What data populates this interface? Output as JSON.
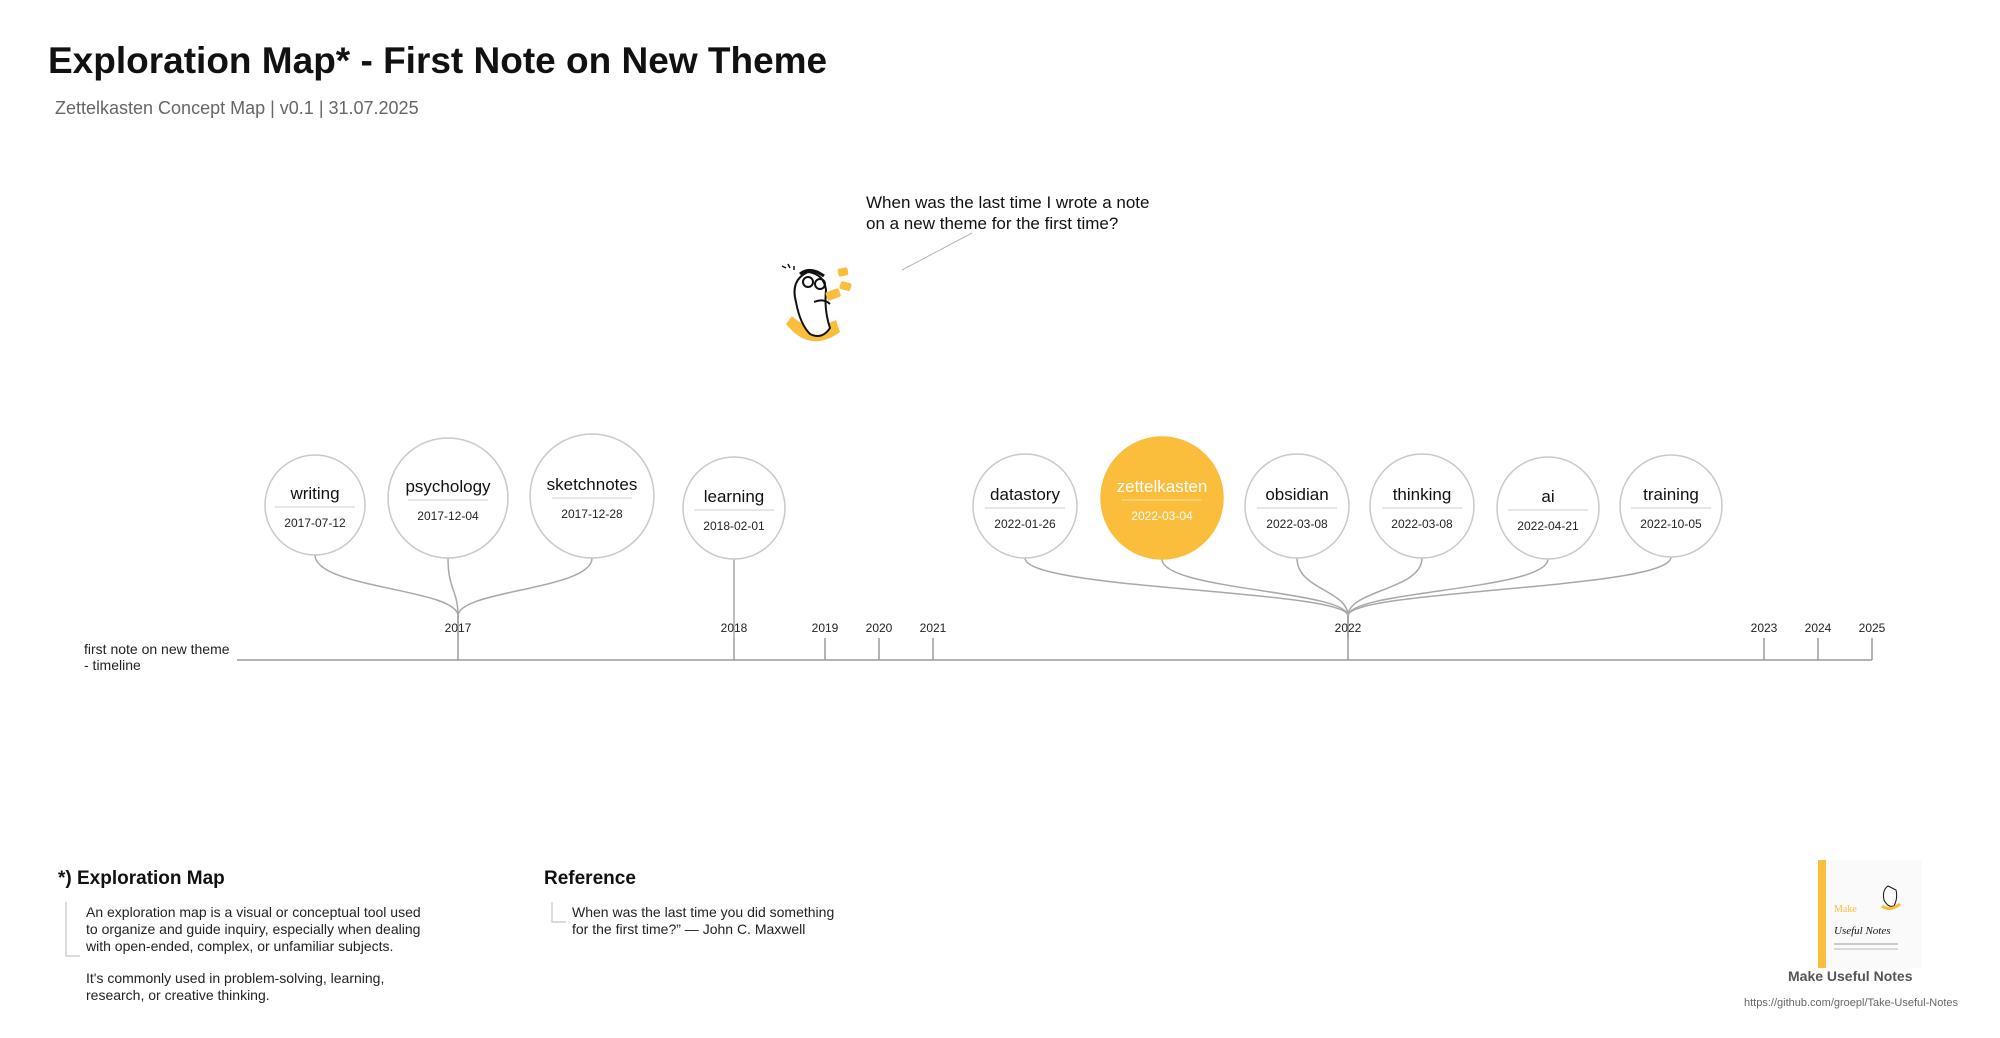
{
  "header": {
    "title": "Exploration Map* - First Note on New Theme",
    "subtitle": "Zettelkasten Concept Map | v0.1 | 31.07.2025"
  },
  "speech": {
    "line1": "When was the last time I wrote a note",
    "line2": "on a new theme for the first time?"
  },
  "timeline": {
    "label_line1": "first note on new theme",
    "label_line2": "- timeline",
    "years": [
      "2017",
      "2018",
      "2019",
      "2020",
      "2021",
      "2022",
      "2023",
      "2024",
      "2025"
    ]
  },
  "nodes": [
    {
      "label": "writing",
      "date": "2017-07-12",
      "year": "2017",
      "highlight": false
    },
    {
      "label": "psychology",
      "date": "2017-12-04",
      "year": "2017",
      "highlight": false
    },
    {
      "label": "sketchnotes",
      "date": "2017-12-28",
      "year": "2017",
      "highlight": false
    },
    {
      "label": "learning",
      "date": "2018-02-01",
      "year": "2018",
      "highlight": false
    },
    {
      "label": "datastory",
      "date": "2022-01-26",
      "year": "2022",
      "highlight": false
    },
    {
      "label": "zettelkasten",
      "date": "2022-03-04",
      "year": "2022",
      "highlight": true
    },
    {
      "label": "obsidian",
      "date": "2022-03-08",
      "year": "2022",
      "highlight": false
    },
    {
      "label": "thinking",
      "date": "2022-03-08",
      "year": "2022",
      "highlight": false
    },
    {
      "label": "ai",
      "date": "2022-04-21",
      "year": "2022",
      "highlight": false
    },
    {
      "label": "training",
      "date": "2022-10-05",
      "year": "2022",
      "highlight": false
    }
  ],
  "colors": {
    "accent": "#fbbd3c",
    "node_border": "#c9c9c9",
    "line": "#a8a8a8"
  },
  "exploration_map": {
    "title": "*) Exploration Map",
    "p1_lines": [
      "An exploration map is a visual or conceptual tool used",
      "to organize and guide inquiry, especially when dealing",
      "with open-ended, complex, or unfamiliar subjects."
    ],
    "p2_lines": [
      "It's commonly used in problem-solving, learning,",
      "research, or creative thinking."
    ]
  },
  "reference": {
    "title": "Reference",
    "lines": [
      "When was the last time you did something",
      "for the first time?” — John C. Maxwell"
    ]
  },
  "brand": {
    "name": "Make Useful Notes",
    "url": "https://github.com/groepl/Take-Useful-Notes",
    "cover_line1": "Make",
    "cover_line2": "Useful Notes"
  }
}
